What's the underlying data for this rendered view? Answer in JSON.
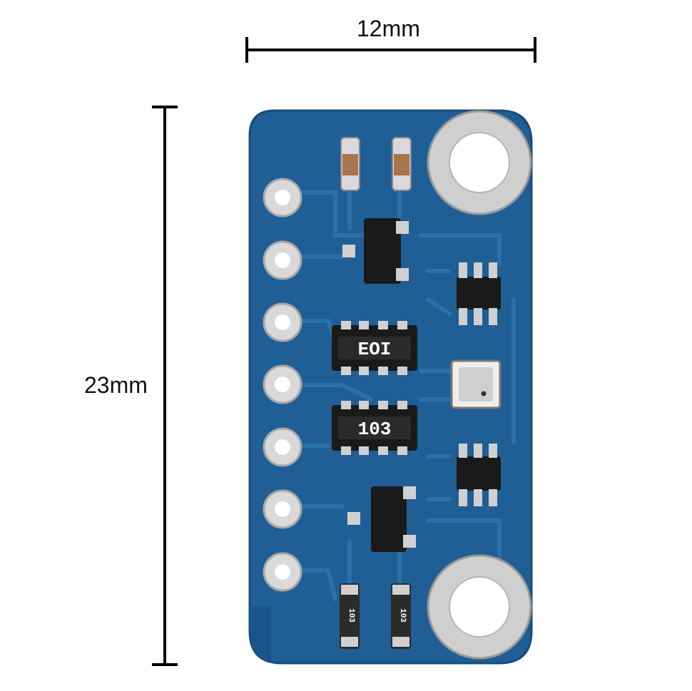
{
  "dimensions": {
    "width_label": "12mm",
    "height_label": "23mm"
  },
  "board": {
    "color": "#1f5f96",
    "pin_count": 7,
    "chip_labels": {
      "upper_array": "EOI",
      "lower_array": "103",
      "resistor_left": "103",
      "resistor_right": "103"
    }
  },
  "icons": [
    "pcb-board",
    "mounting-hole",
    "header-pin",
    "resistor-array",
    "transistor",
    "pressure-sensor"
  ]
}
